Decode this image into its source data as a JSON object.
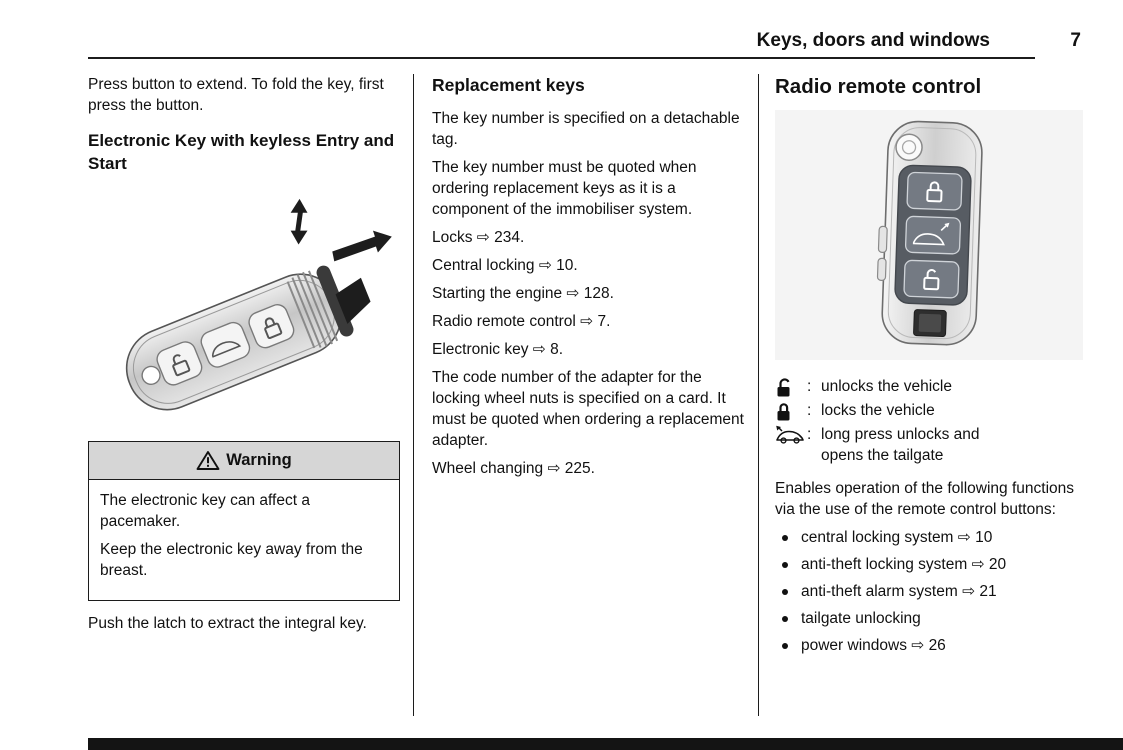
{
  "header": {
    "title": "Keys, doors and windows",
    "page": "7"
  },
  "left": {
    "intro": "Press button to extend. To fold the key, first press the button.",
    "heading": "Electronic Key with keyless Entry and Start",
    "warning_title": "Warning",
    "warning_lines": [
      "The electronic key can affect a pacemaker.",
      "Keep the electronic key away from the breast."
    ],
    "outro": "Push the latch to extract the integral key."
  },
  "middle": {
    "heading": "Replacement keys",
    "paragraphs": [
      "The key number is specified on a detachable tag.",
      "The key number must be quoted when ordering replacement keys as it is a component of the immobiliser system.",
      "Locks ⇨ 234.",
      "Central locking ⇨ 10.",
      "Starting the engine ⇨ 128.",
      "Radio remote control ⇨ 7.",
      "Electronic key ⇨ 8.",
      "The code number of the adapter for the locking wheel nuts is specified on a card. It must be quoted when ordering a replacement adapter.",
      "Wheel changing ⇨ 225."
    ]
  },
  "right": {
    "heading": "Radio remote control",
    "colon": ":",
    "legend": [
      {
        "icon": "unlock-icon",
        "label": "unlocks the vehicle"
      },
      {
        "icon": "lock-icon",
        "label": "locks the vehicle"
      },
      {
        "icon": "tailgate-icon",
        "label": "long press unlocks and opens the tailgate"
      }
    ],
    "intro": "Enables operation of the following functions via the use of the remote control buttons:",
    "bullets": [
      "central locking system ⇨ 10",
      "anti-theft locking system ⇨ 20",
      "anti-theft alarm system ⇨ 21",
      "tailgate unlocking",
      "power windows ⇨ 26"
    ]
  }
}
